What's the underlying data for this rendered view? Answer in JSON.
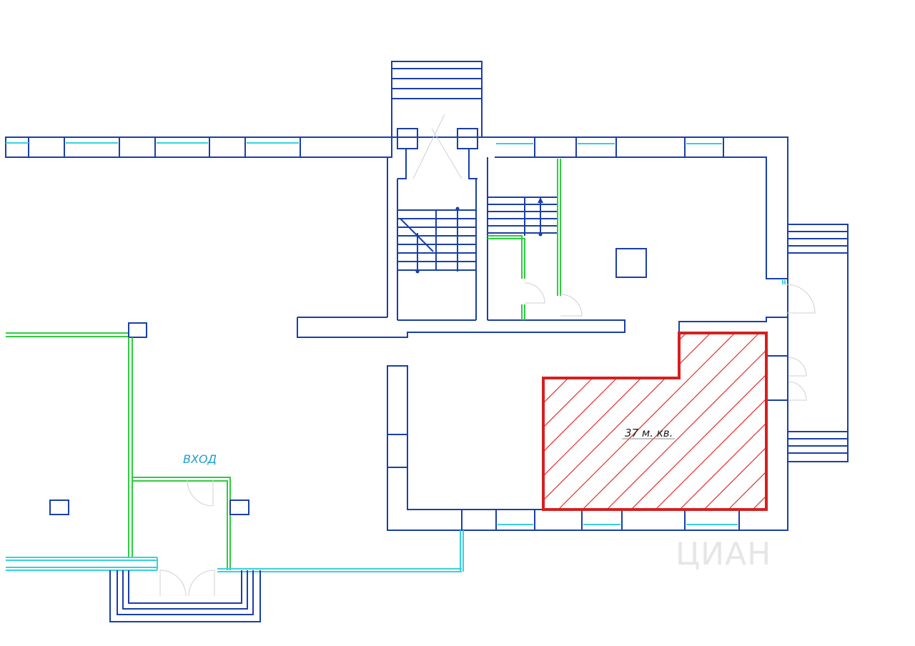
{
  "colors": {
    "wall": "#1a3fa8",
    "glass": "#35d2e0",
    "partition": "#2ecc40",
    "highlight": "#d61f1f"
  },
  "labels": {
    "area": "37 м. кв.",
    "entry": "ВХОД"
  },
  "watermark": "ЦИАН"
}
